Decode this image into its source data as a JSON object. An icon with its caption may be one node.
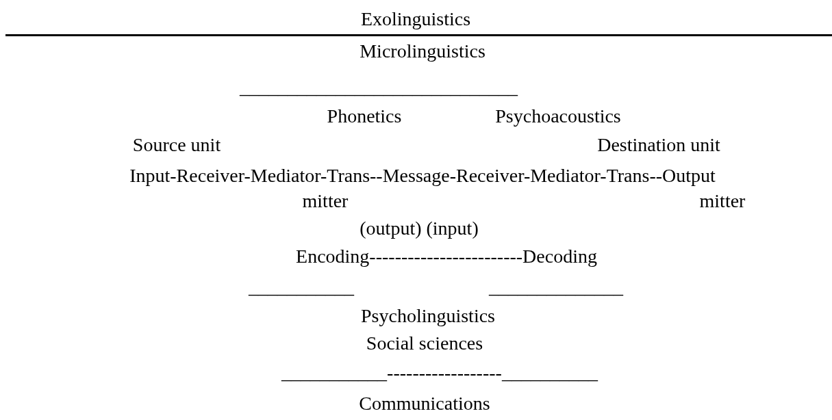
{
  "diagram": {
    "labels": [
      "Exolinguistics",
      "Microlinguistics",
      "_____________________________",
      "Phonetics",
      "Psychoacoustics",
      "Source unit",
      "Destination unit",
      "Input-Receiver-Mediator-Trans--Message-Receiver-Mediator-Trans--Output",
      "mitter",
      "mitter",
      "(output) (input)",
      "Encoding------------------------Decoding",
      "___________",
      "______________",
      "Psycholinguistics",
      "Social sciences",
      "___________------------------__________",
      "Communications"
    ]
  }
}
